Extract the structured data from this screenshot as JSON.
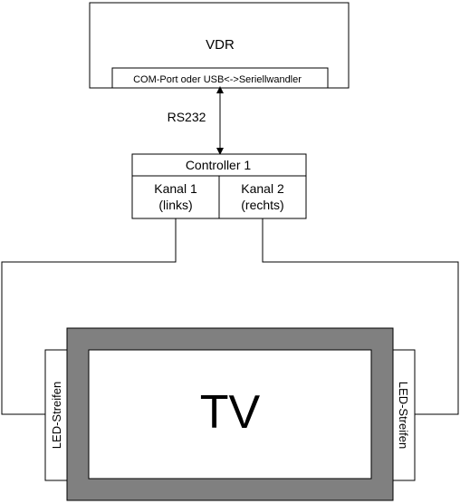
{
  "vdr": {
    "title": "VDR",
    "port_label": "COM-Port oder USB<->Seriellwandler"
  },
  "link": {
    "label": "RS232"
  },
  "controller": {
    "title": "Controller 1",
    "channel1_line1": "Kanal 1",
    "channel1_line2": "(links)",
    "channel2_line1": "Kanal 2",
    "channel2_line2": "(rechts)"
  },
  "tv": {
    "label": "TV",
    "frame_color": "#808080"
  },
  "led_left": {
    "label": "LED-Streifen"
  },
  "led_right": {
    "label": "LED-Streifen"
  }
}
